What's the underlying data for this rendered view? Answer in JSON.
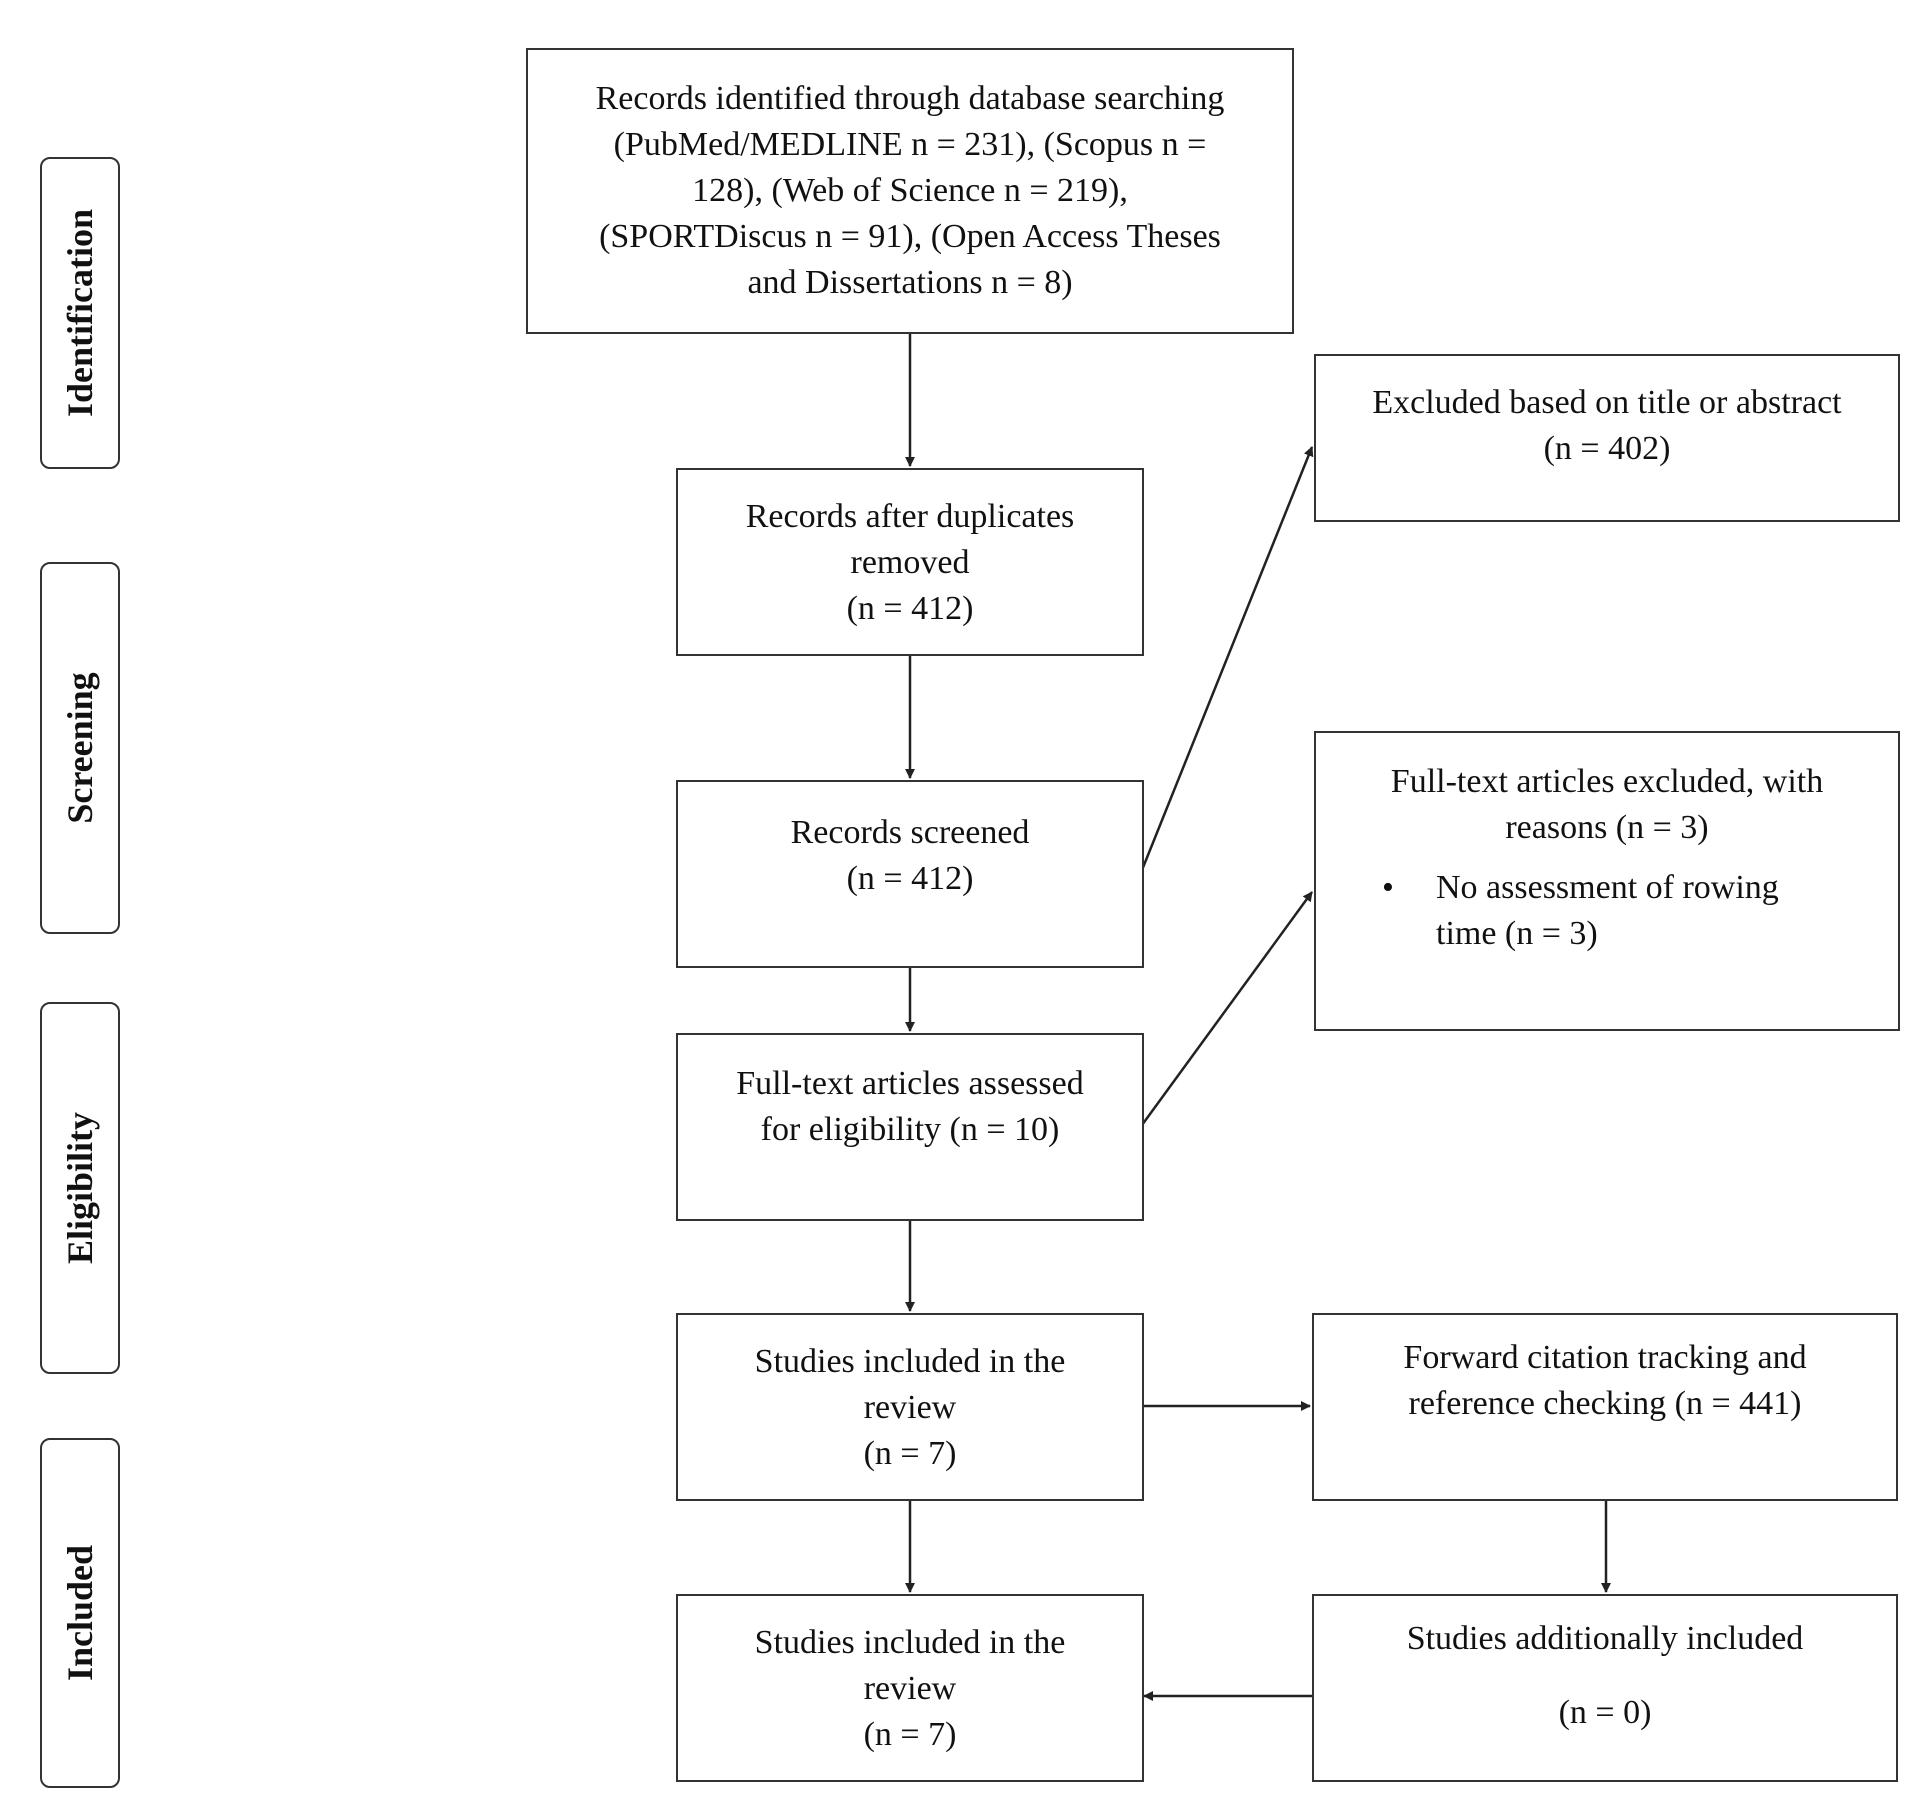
{
  "stages": {
    "identification": "Identification",
    "screening": "Screening",
    "eligibility": "Eligibility",
    "included": "Included"
  },
  "boxes": {
    "records_identified": {
      "lines": [
        "Records identified through database searching",
        "(PubMed/MEDLINE n = 231), (Scopus n =",
        "128), (Web of Science n = 219),",
        "(SPORTDiscus n = 91), (Open Access Theses",
        "and Dissertations n = 8)"
      ]
    },
    "after_duplicates": {
      "lines": [
        "Records after duplicates",
        "removed",
        "(n = 412)"
      ]
    },
    "screened": {
      "lines": [
        "Records screened",
        "(n = 412)"
      ]
    },
    "excluded_title": {
      "lines": [
        "Excluded based on title or abstract",
        "(n = 402)"
      ]
    },
    "fulltext_assessed": {
      "lines": [
        "Full-text articles assessed",
        "for eligibility (n = 10)"
      ]
    },
    "fulltext_excluded": {
      "lines": [
        "Full-text articles excluded, with",
        "reasons (n = 3)"
      ],
      "bullet": [
        "No assessment of rowing",
        "time (n = 3)"
      ]
    },
    "studies_included_review": {
      "lines": [
        "Studies included in the",
        "review",
        "(n = 7)"
      ]
    },
    "forward_citation": {
      "lines": [
        "Forward citation tracking and",
        "reference checking (n = 441)"
      ]
    },
    "studies_final": {
      "lines": [
        "Studies included in the",
        "review",
        "(n = 7)"
      ]
    },
    "additional": {
      "lines": [
        "Studies additionally included",
        "(n = 0)"
      ]
    }
  }
}
